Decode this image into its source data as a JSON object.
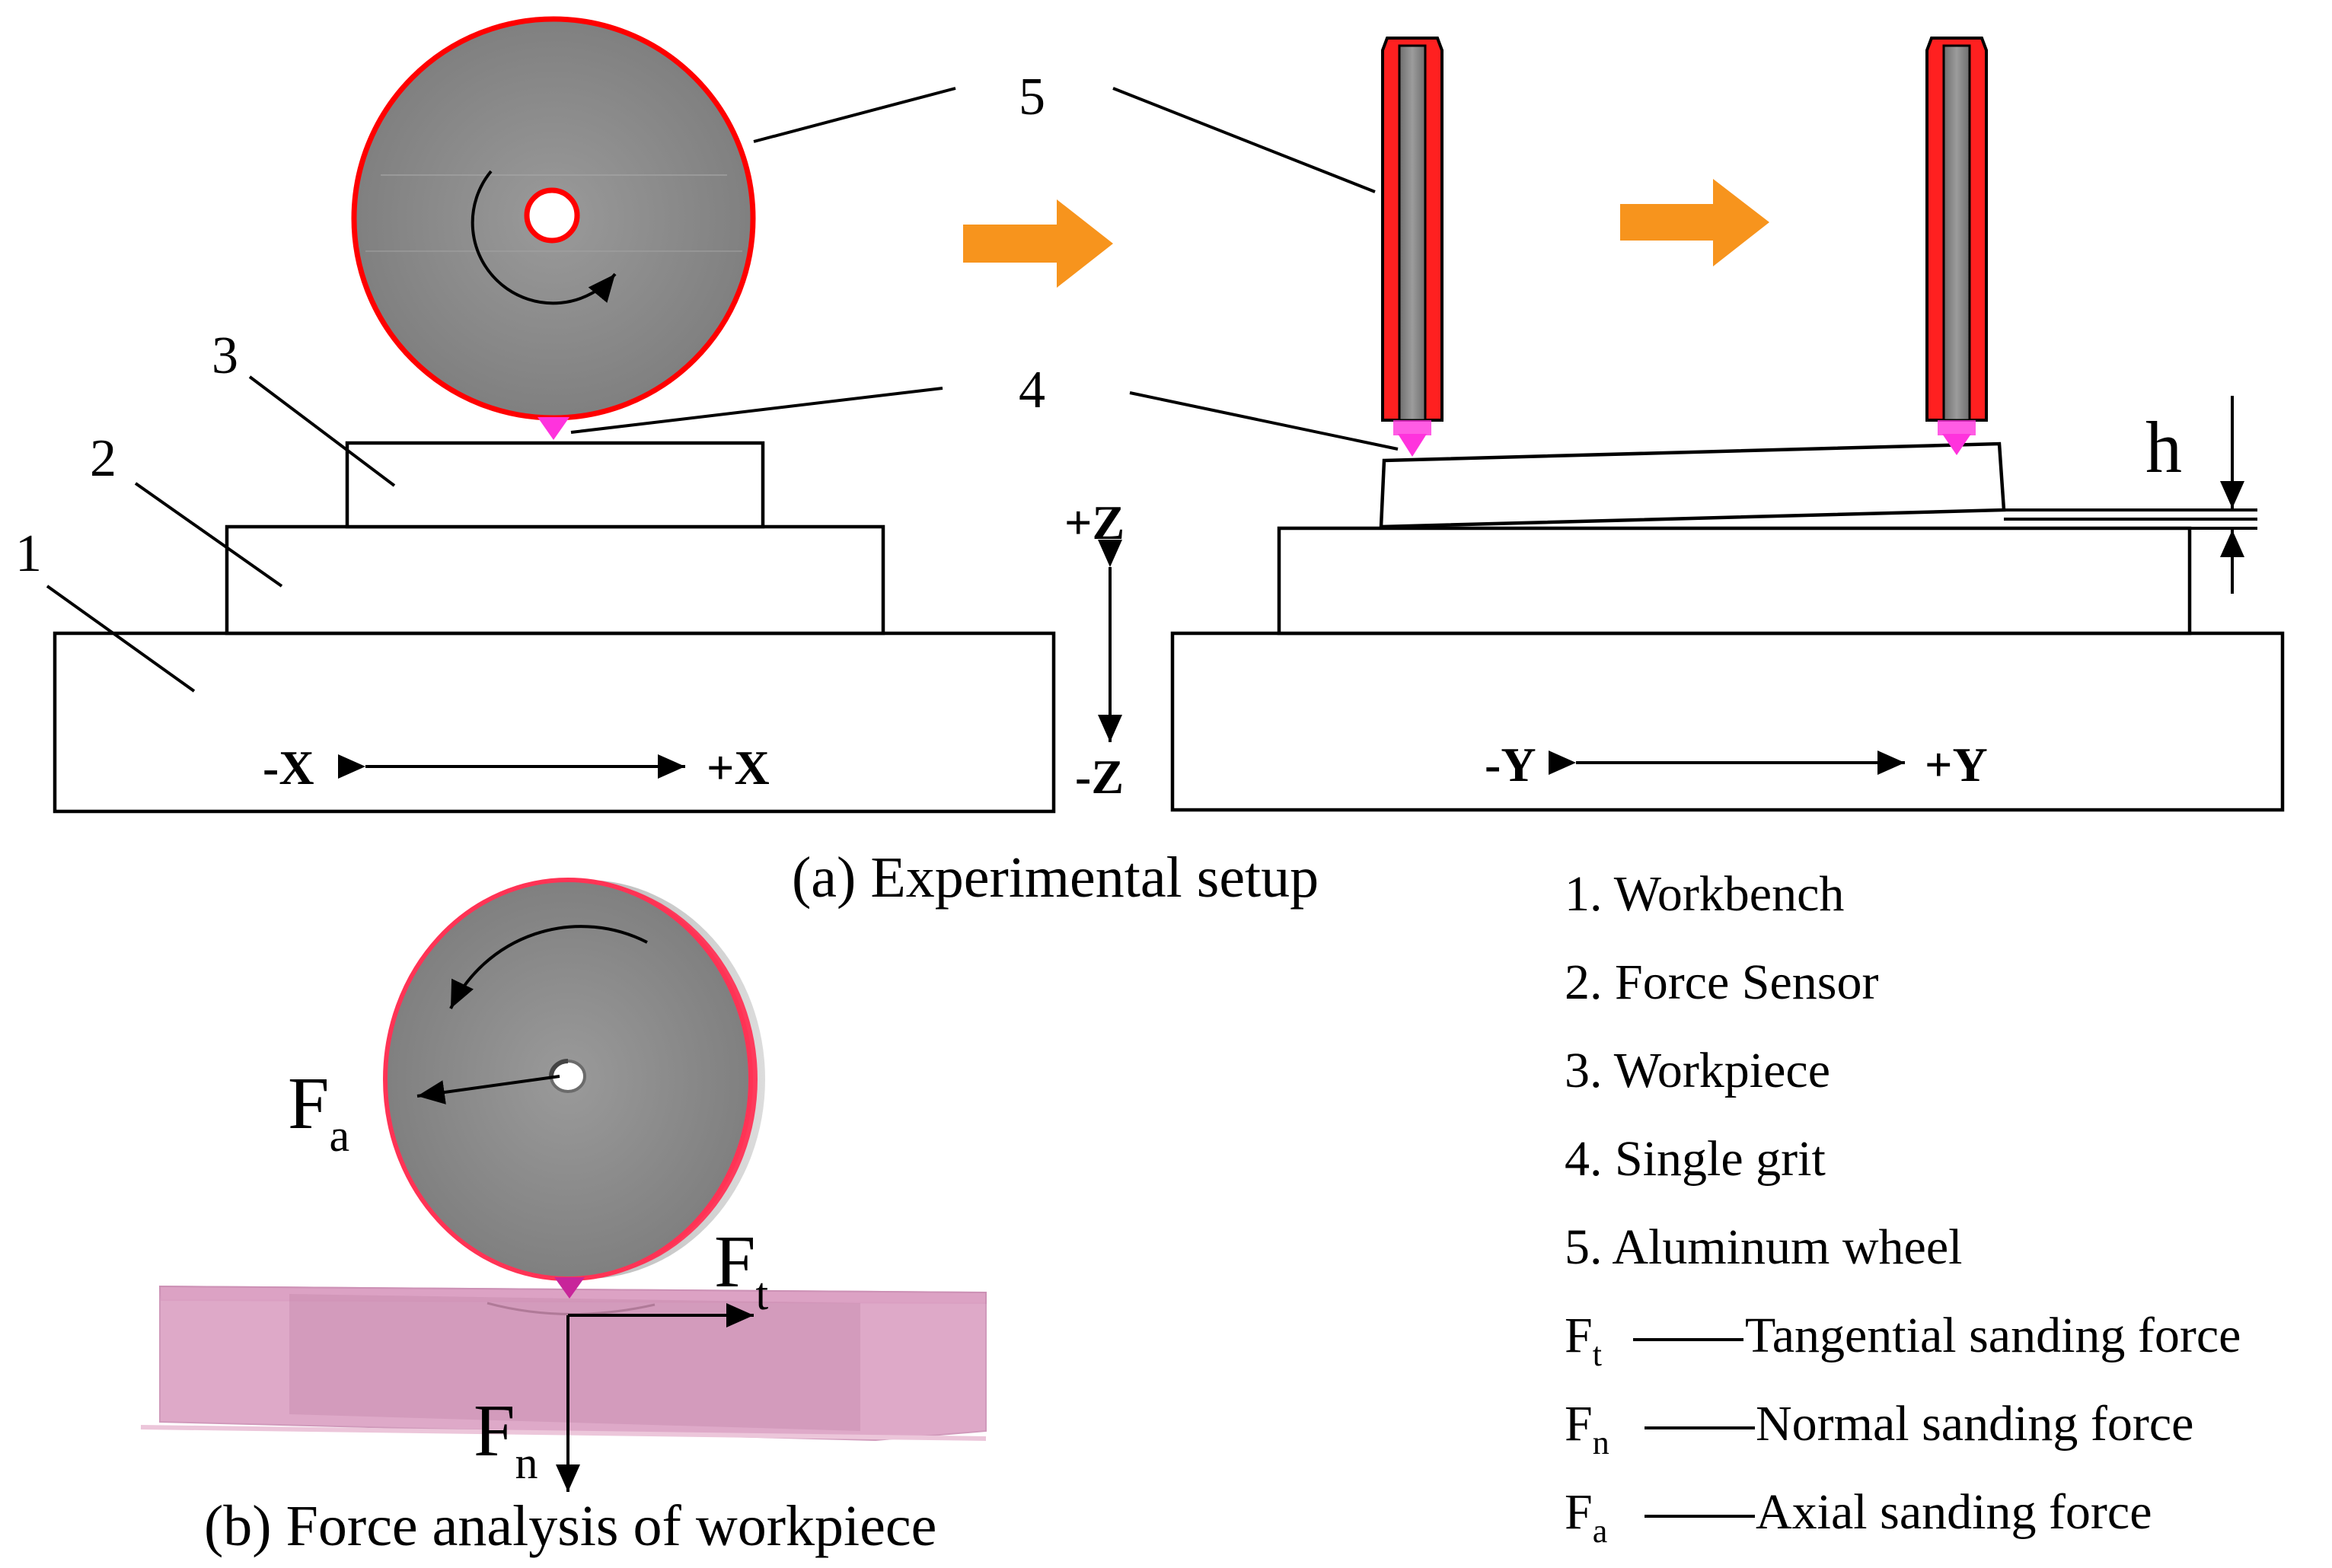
{
  "panel_a": {
    "caption": "(a) Experimental setup",
    "part_numbers": {
      "n1": "1",
      "n2": "2",
      "n3": "3",
      "n4": "4",
      "n5": "5"
    },
    "left_axis": {
      "neg": "-X",
      "pos": "+X"
    },
    "right_axis": {
      "neg": "-Y",
      "pos": "+Y"
    },
    "vertical_axis": {
      "pos": "+Z",
      "neg": "-Z"
    },
    "depth_label": "h",
    "colors": {
      "wheel_edge": "#ff0000",
      "grit": "#ff33dd",
      "arrow": "#f7941d",
      "wheel_body": "#8a8a8a"
    }
  },
  "panel_b": {
    "caption": "(b)  Force analysis of workpiece",
    "forces": {
      "axial": {
        "main": "F",
        "sub": "a"
      },
      "tangential": {
        "main": "F",
        "sub": "t"
      },
      "normal": {
        "main": "F",
        "sub": "n"
      }
    },
    "colors": {
      "workpiece": "#e2a8c8",
      "wheel_rim": "#ff3355"
    }
  },
  "legend": {
    "items": [
      "1. Workbench",
      "2. Force Sensor",
      "3. Workpiece",
      "4. Single grit",
      "5. Aluminum wheel"
    ],
    "forces": [
      {
        "symbol": "F",
        "sub": "t",
        "desc": "Tangential sanding force"
      },
      {
        "symbol": "F",
        "sub": "n",
        "desc": "Normal sanding force"
      },
      {
        "symbol": "F",
        "sub": "a",
        "desc": "Axial sanding force"
      }
    ]
  }
}
